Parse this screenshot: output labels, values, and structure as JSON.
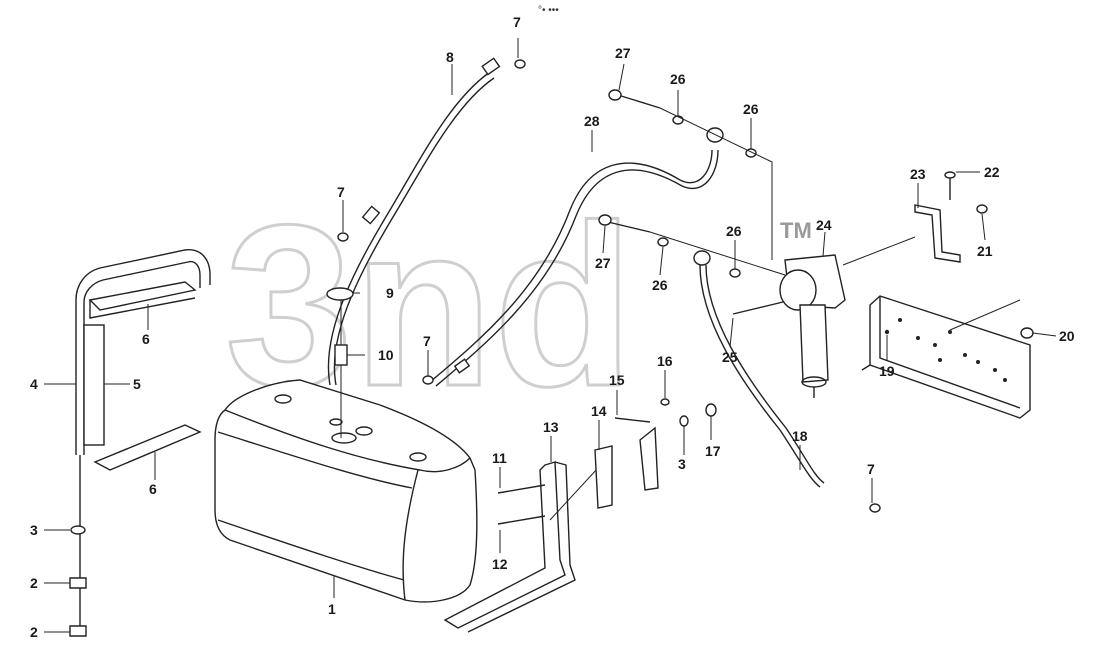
{
  "title": "Fuel tank assembly",
  "watermark": {
    "text": "3nd",
    "tm": "TM"
  },
  "corner_note": "°• •••",
  "callouts": [
    "1",
    "2",
    "2",
    "3",
    "3",
    "4",
    "5",
    "6",
    "6",
    "7",
    "7",
    "7",
    "7",
    "8",
    "9",
    "10",
    "11",
    "12",
    "13",
    "14",
    "15",
    "16",
    "17",
    "18",
    "19",
    "20",
    "21",
    "22",
    "23",
    "24",
    "25",
    "26",
    "26",
    "26",
    "26",
    "27",
    "27",
    "28"
  ]
}
